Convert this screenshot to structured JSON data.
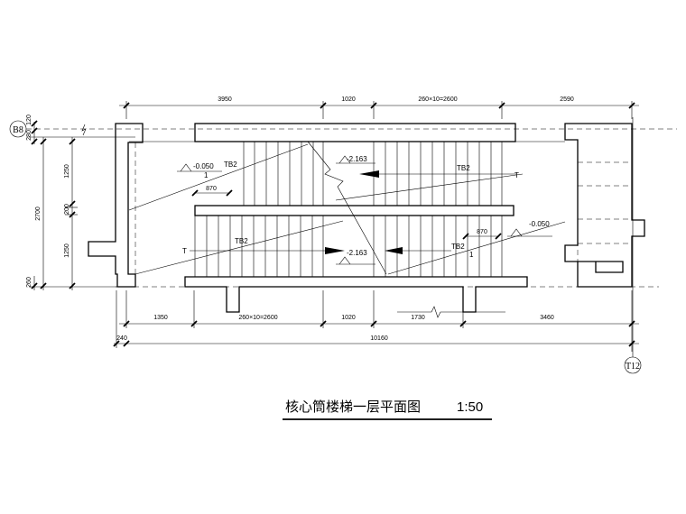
{
  "dimensions": {
    "top": [
      "3950",
      "1020",
      "260×10=2600",
      "2590"
    ],
    "bottom_inner": [
      "1350",
      "260×10=2600",
      "1020",
      "1730",
      "3460"
    ],
    "bottom_offset": "240",
    "bottom_total": "10160",
    "left_total": "2700",
    "left_inner": [
      "1250",
      "200",
      "1250"
    ],
    "left_top": [
      "120",
      "280"
    ],
    "left_bottom": "260",
    "landing": [
      "870",
      "870"
    ]
  },
  "levels": {
    "upper_left": "-0.050",
    "upper_mid": "-2.163",
    "lower_mid": "-2.163",
    "lower_right": "-0.050"
  },
  "stair_labels": {
    "upper_left": "TB2",
    "upper_right": "TB2",
    "lower_left": "TB2",
    "lower_right": "TB2"
  },
  "end_marks": [
    "T",
    "T",
    "1",
    "1"
  ],
  "axes": {
    "top_left": "B8",
    "bottom_right": "T12"
  },
  "title": {
    "name": "核心筒楼梯一层平面图",
    "scale": "1:50"
  }
}
